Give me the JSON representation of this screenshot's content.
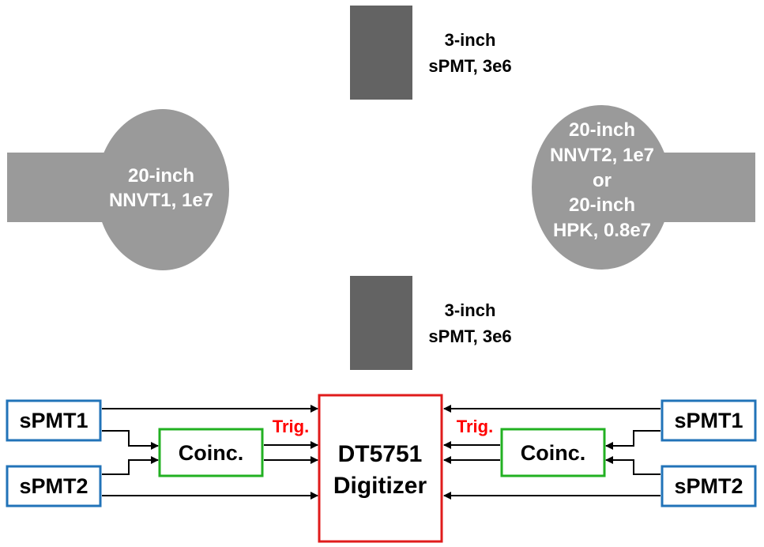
{
  "colors": {
    "pmt_fill": "#9a9a9a",
    "spmt_fill": "#636363",
    "channel_border": "#2173b8",
    "coinc_border": "#22b022",
    "digitizer_border": "#e01b1b",
    "trig_text": "#ff0000",
    "arrow": "#000000"
  },
  "pmts": {
    "left": {
      "line1": "20-inch",
      "line2": "NNVT1, 1e7"
    },
    "right": {
      "line1": "20-inch",
      "line2": "NNVT2, 1e7",
      "line3": "or",
      "line4": "20-inch",
      "line5": "HPK, 0.8e7"
    },
    "top_spmt": {
      "line1": "3-inch",
      "line2": "sPMT, 3e6"
    },
    "bottom_spmt": {
      "line1": "3-inch",
      "line2": "sPMT, 3e6"
    }
  },
  "readout": {
    "left": {
      "ch1": "sPMT1",
      "ch2": "sPMT2",
      "coinc": "Coinc.",
      "trig": "Trig."
    },
    "right": {
      "ch1": "sPMT1",
      "ch2": "sPMT2",
      "coinc": "Coinc.",
      "trig": "Trig."
    },
    "digitizer": {
      "line1": "DT5751",
      "line2": "Digitizer"
    }
  }
}
